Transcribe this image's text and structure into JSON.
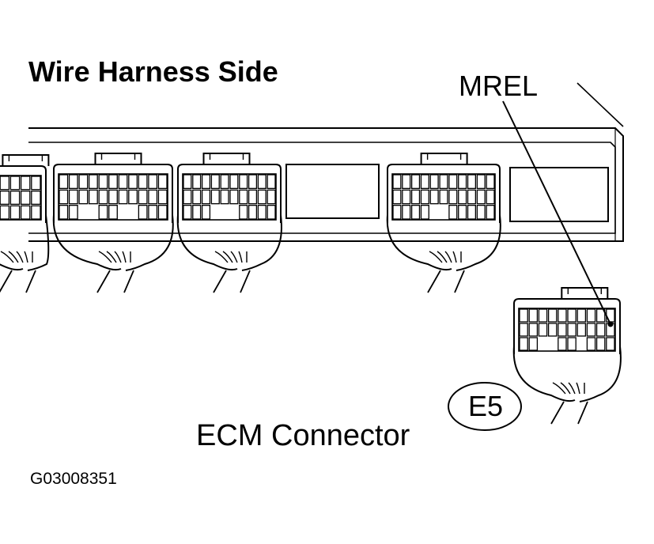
{
  "title": "Wire Harness Side",
  "pin_label": "MREL",
  "connector_code": "E5",
  "caption": "ECM Connector",
  "figure_id": "G03008351",
  "colors": {
    "line": "#000000",
    "background": "#ffffff"
  }
}
